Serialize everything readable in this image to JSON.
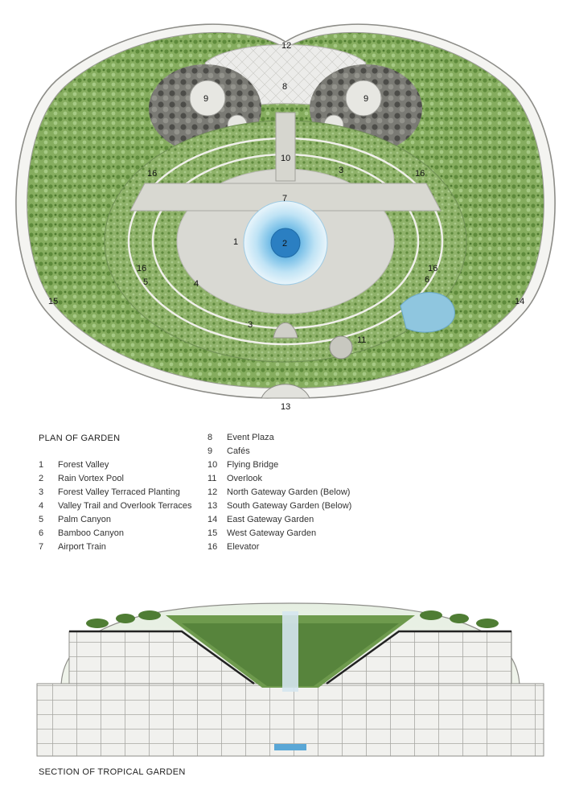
{
  "plan_title": "PLAN OF GARDEN",
  "section_title": "SECTION OF TROPICAL GARDEN",
  "legend_left": [
    {
      "num": "1",
      "label": "Forest Valley"
    },
    {
      "num": "2",
      "label": "Rain Vortex Pool"
    },
    {
      "num": "3",
      "label": "Forest Valley Terraced Planting"
    },
    {
      "num": "4",
      "label": "Valley Trail and Overlook Terraces"
    },
    {
      "num": "5",
      "label": "Palm Canyon"
    },
    {
      "num": "6",
      "label": "Bamboo Canyon"
    },
    {
      "num": "7",
      "label": "Airport Train"
    }
  ],
  "legend_right": [
    {
      "num": "8",
      "label": "Event Plaza"
    },
    {
      "num": "9",
      "label": "Cafés"
    },
    {
      "num": "10",
      "label": "Flying Bridge"
    },
    {
      "num": "11",
      "label": "Overlook"
    },
    {
      "num": "12",
      "label": "North Gateway Garden (Below)"
    },
    {
      "num": "13",
      "label": "South Gateway Garden (Below)"
    },
    {
      "num": "14",
      "label": "East Gateway Garden"
    },
    {
      "num": "15",
      "label": "West Gateway Garden"
    },
    {
      "num": "16",
      "label": "Elevator"
    }
  ],
  "plan_numbers": {
    "n1": "1",
    "n2": "2",
    "n3a": "3",
    "n3b": "3",
    "n4": "4",
    "n5": "5",
    "n6": "6",
    "n7": "7",
    "n8": "8",
    "n9a": "9",
    "n9b": "9",
    "n10": "10",
    "n11": "11",
    "n12": "12",
    "n13": "13",
    "n14": "14",
    "n15": "15",
    "n16a": "16",
    "n16b": "16",
    "n16c": "16",
    "n16d": "16"
  },
  "colors": {
    "garden_green": "#7fa65a",
    "dark_tree": "#5a5a55",
    "pool_blue": "#4fa6d8",
    "paving": "#dcdcd6"
  }
}
